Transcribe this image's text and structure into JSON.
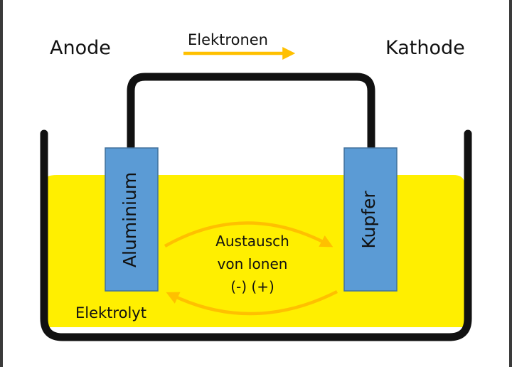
{
  "labels": {
    "anode": "Anode",
    "cathode": "Kathode",
    "electrons": "Elektronen",
    "aluminium": "Aluminium",
    "copper": "Kupfer",
    "exchange_line1": "Austausch",
    "exchange_line2": "von Ionen",
    "exchange_line3": "(-) (+)",
    "electrolyte": "Elektrolyt"
  },
  "colors": {
    "electrolyte": "#ffef00",
    "electrode": "#5b9bd5",
    "electrode_border": "#41719c",
    "arrow": "#ffc000",
    "vessel": "#111111"
  }
}
